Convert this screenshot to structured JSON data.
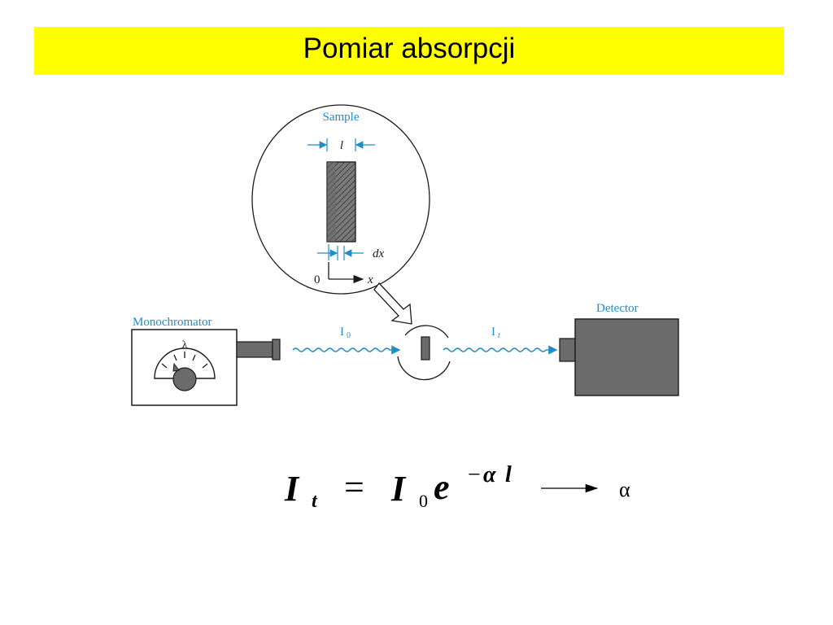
{
  "slide": {
    "title": "Pomiar absorpcji"
  },
  "diagram": {
    "sample_label": "Sample",
    "thickness_label": "l",
    "slice_label": "dx",
    "origin_label": "0",
    "axis_label": "x",
    "monochromator_label": "Monochromator",
    "wavelength_label": "λ",
    "detector_label": "Detector",
    "incident_beam": {
      "base": "I",
      "sub": "0"
    },
    "transmitted_beam": {
      "base": "I",
      "sub": "t"
    },
    "colors": {
      "label_blue": "#1f8ec7",
      "device_gray": "#666666",
      "sample_gray": "#777777"
    }
  },
  "formula": {
    "lhs_base": "I",
    "lhs_sub": "t",
    "equals": "=",
    "rhs_base": "I",
    "rhs_sub": "0",
    "exp_base": "e",
    "exponent_minus": "−",
    "exponent_alpha": "α",
    "exponent_l": "l",
    "result_symbol": "α"
  }
}
